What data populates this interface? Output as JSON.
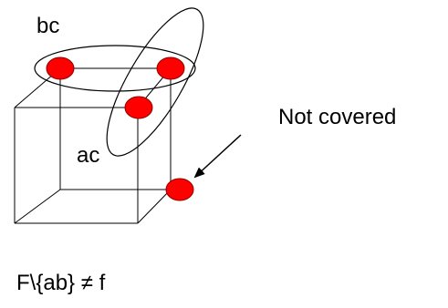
{
  "labels": {
    "bc": "bc",
    "ac": "ac",
    "not_covered": "Not covered",
    "formula": "F\\{ab} ≠ f"
  },
  "colors": {
    "vertex_fill": "#ff0000",
    "vertex_stroke": "#8b0000",
    "line": "#000000",
    "background": "#ffffff"
  }
}
